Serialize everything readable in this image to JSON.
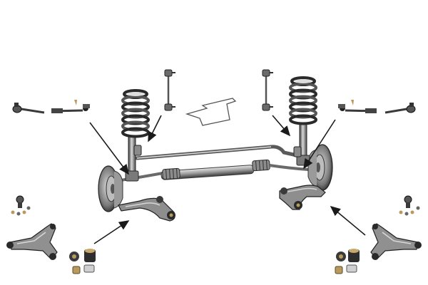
{
  "diagram": {
    "background": "#ffffff",
    "colors": {
      "metal_dark": "#2c2c2c",
      "metal_mid": "#6b6b6b",
      "metal_light": "#b8b8b8",
      "metal_highlight": "#e6e6e6",
      "bushing_gold": "#b89a5c",
      "arrow": "#1a1a1a"
    },
    "parts": [
      "front-axle-assembly",
      "coil-spring-left",
      "coil-spring-right",
      "strut-left",
      "strut-right",
      "stabilizer-bar",
      "stabilizer-link-left",
      "stabilizer-link-right",
      "steering-rack",
      "brake-disc-left",
      "brake-disc-right",
      "lower-control-arm-left",
      "lower-control-arm-right",
      "tie-rod-end-left",
      "tie-rod-end-right",
      "inner-tie-rod-left",
      "inner-tie-rod-right",
      "ball-joint-left",
      "ball-joint-right",
      "loose-control-arm-left",
      "loose-control-arm-right",
      "bushing-set-left",
      "bushing-set-right"
    ],
    "icons": [
      "direction-arrow-icon",
      "pointer-arrow-icon"
    ]
  }
}
